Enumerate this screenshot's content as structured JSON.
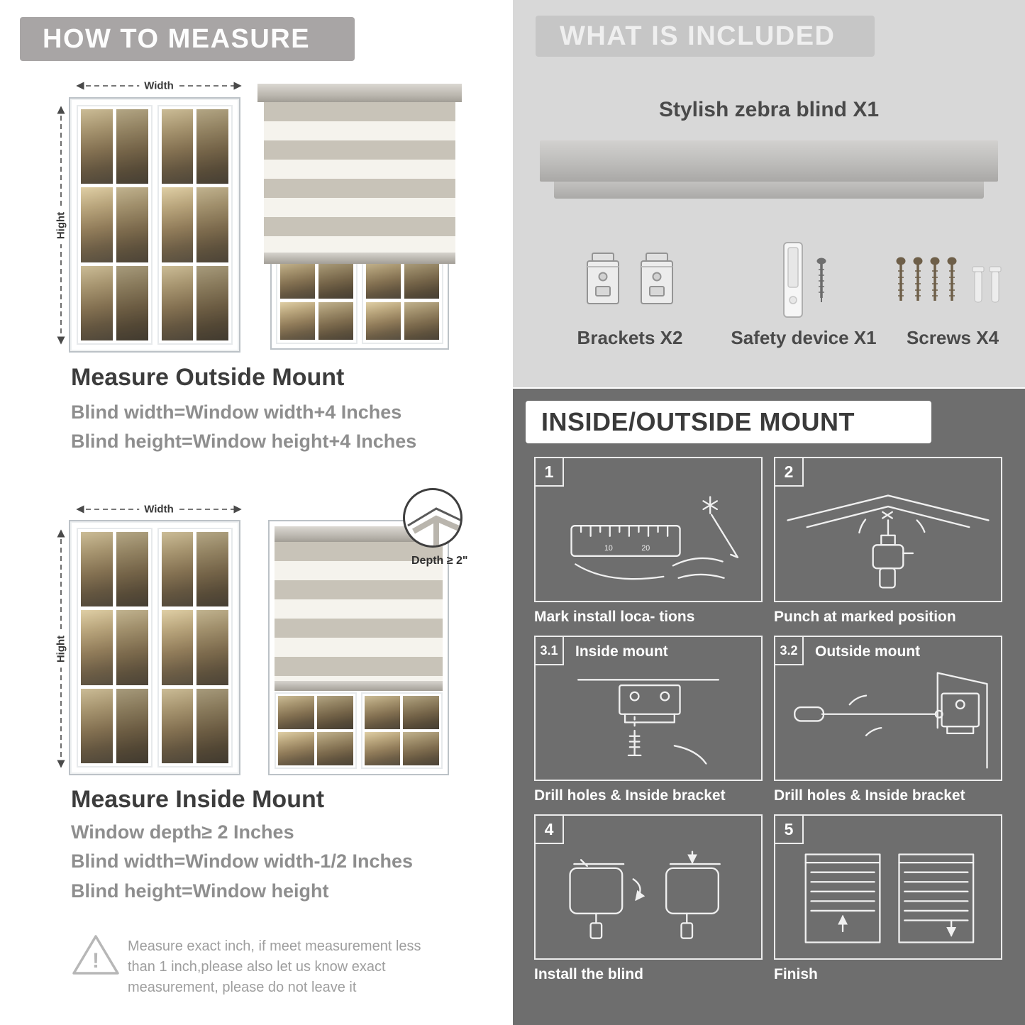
{
  "colors": {
    "left_banner_bg": "#a8a5a5",
    "included_bg": "#d8d8d8",
    "included_header_bg": "#c6c6c6",
    "mount_bg": "#6e6e6e",
    "stripe_taupe": "#c8c3b8",
    "stripe_white": "#f5f3ed",
    "heading_dark": "#3c3c3c",
    "subtext_gray": "#8e8e8e"
  },
  "left": {
    "banner": "HOW TO MEASURE",
    "outside": {
      "width_label": "Width",
      "height_label": "Hight",
      "heading": "Measure Outside Mount",
      "line1": "Blind width=Window width+4 Inches",
      "line2": "Blind height=Window height+4 Inches"
    },
    "inside": {
      "width_label": "Width",
      "height_label": "Hight",
      "depth_label": "Depth ≥ 2\"",
      "heading": "Measure Inside Mount",
      "line1": "Window depth≥ 2 Inches",
      "line2": "Blind width=Window width-1/2 Inches",
      "line3": "Blind height=Window height"
    },
    "warning": "Measure exact inch, if meet measurement less than 1 inch,please also let us know exact measurement, please do not leave it"
  },
  "included": {
    "banner": "WHAT IS INCLUDED",
    "product_title": "Stylish zebra blind X1",
    "items": [
      {
        "label": "Brackets X2"
      },
      {
        "label": "Safety device X1"
      },
      {
        "label": "Screws X4"
      }
    ]
  },
  "mount": {
    "banner": "INSIDE/OUTSIDE MOUNT",
    "steps": [
      {
        "num": "1",
        "title": "",
        "caption": "Mark install loca- tions"
      },
      {
        "num": "2",
        "title": "",
        "caption": "Punch at  marked position"
      },
      {
        "num": "3.1",
        "title": "Inside mount",
        "caption": "Drill holes &  Inside bracket"
      },
      {
        "num": "3.2",
        "title": "Outside mount",
        "caption": "Drill holes &  Inside bracket"
      },
      {
        "num": "4",
        "title": "",
        "caption": "Install the blind"
      },
      {
        "num": "5",
        "title": "",
        "caption": "Finish"
      }
    ]
  }
}
